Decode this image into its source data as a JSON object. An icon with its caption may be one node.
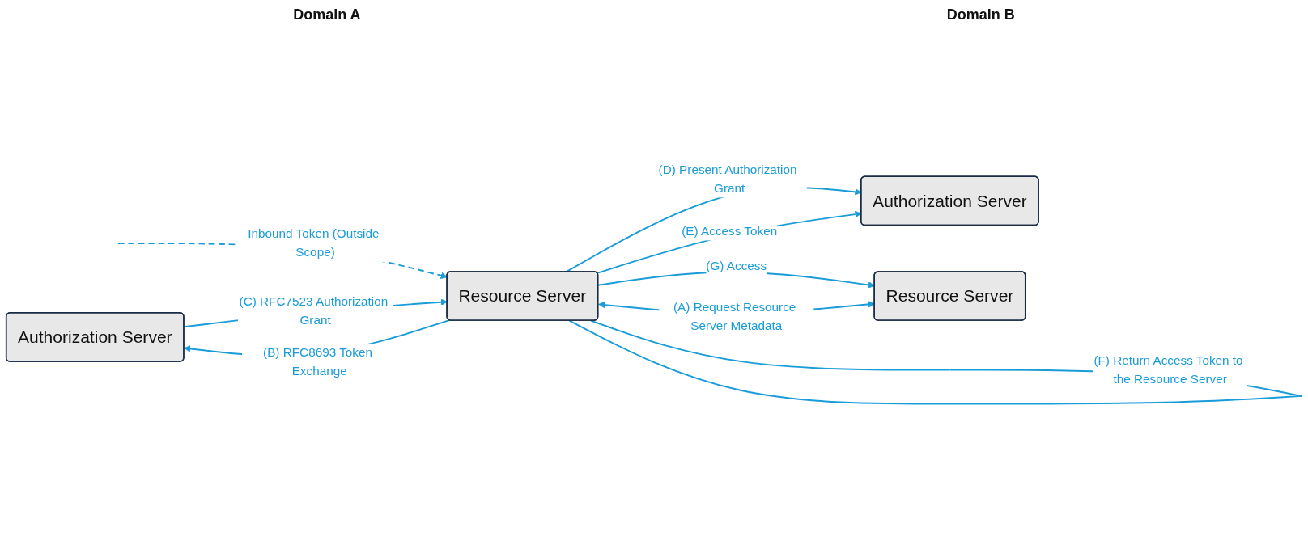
{
  "diagram": {
    "nodes": [
      {
        "text": [
          "Authorization Server"
        ]
      },
      {
        "text": [
          "Resource Server"
        ]
      },
      {
        "text": [
          "Authorization Server"
        ]
      },
      {
        "text": [
          "Resource Server"
        ]
      }
    ],
    "edges": [
      {
        "from": null,
        "to": 1,
        "arrow": "to",
        "style": "dashed",
        "label": "Inbound Token (Outside Scope)"
      },
      {
        "from": 1,
        "to": 0,
        "arrow": "to",
        "label": "(B) RFC8693 Token Exchange"
      },
      {
        "from": 0,
        "to": 1,
        "arrow": "to",
        "label": "(C) RFC7523 Authorization Grant"
      },
      {
        "from": 1,
        "to": 2,
        "arrow": "to",
        "label": "(D) Present Authorization Grant"
      },
      {
        "from": 1,
        "to": 2,
        "arrow": "to",
        "label": "(E) Access Token"
      },
      {
        "from": 1,
        "to": 1,
        "arrow": "none",
        "label": "(F) Return Access Token to the Resource Server"
      },
      {
        "from": 1,
        "to": 3,
        "arrow": "to",
        "label": "(G) Access"
      },
      {
        "from": 1,
        "to": 3,
        "arrow": "both",
        "label": "(A) Request Resource Server Metadata"
      }
    ],
    "labels": [
      "Domain A",
      "Domain B"
    ]
  }
}
